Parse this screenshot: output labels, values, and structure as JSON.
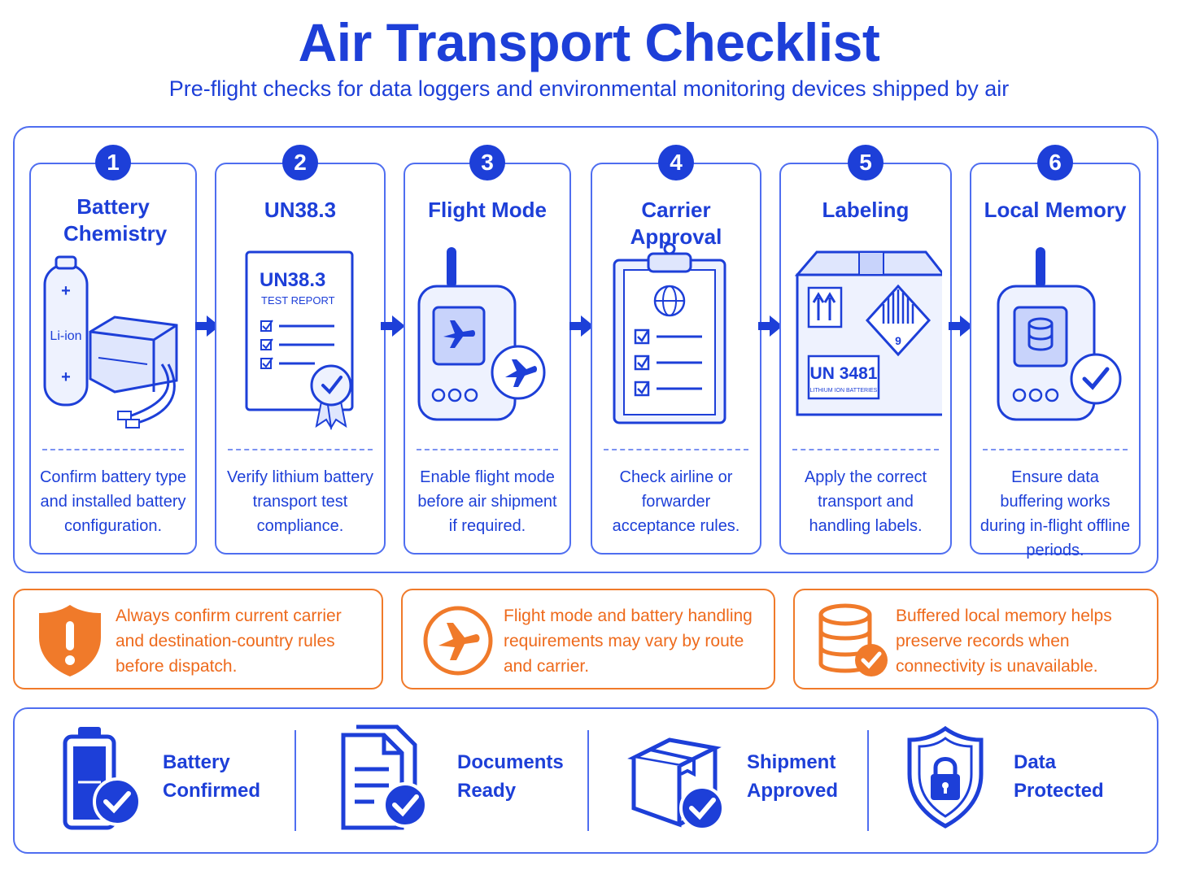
{
  "header": {
    "title": "Air Transport Checklist",
    "subtitle": "Pre-flight checks for data loggers and environmental monitoring devices shipped by air"
  },
  "steps": [
    {
      "number": "1",
      "title": "Battery Chemistry",
      "desc": "Confirm battery type and installed battery configuration.",
      "art_label": "Li-ion"
    },
    {
      "number": "2",
      "title": "UN38.3",
      "desc": "Verify lithium battery transport test compliance.",
      "art_label": "UN38.3",
      "art_sublabel": "TEST REPORT"
    },
    {
      "number": "3",
      "title": "Flight Mode",
      "desc": "Enable flight mode before air shipment if required."
    },
    {
      "number": "4",
      "title": "Carrier Approval",
      "desc": "Check airline or forwarder acceptance rules."
    },
    {
      "number": "5",
      "title": "Labeling",
      "desc": "Apply the correct transport and handling labels.",
      "art_label": "UN 3481",
      "art_sublabel": "LITHIUM ION BATTERIES",
      "hazard_class": "9"
    },
    {
      "number": "6",
      "title": "Local Memory",
      "desc": "Ensure data buffering works during in-flight offline periods."
    }
  ],
  "notes": [
    {
      "text": "Always confirm current carrier and destination-country rules before dispatch.",
      "icon": "shield-warning-icon"
    },
    {
      "text": "Flight mode and battery handling requirements may vary by route and carrier.",
      "icon": "airplane-circle-icon"
    },
    {
      "text": "Buffered local memory helps preserve records when connectivity is unavailable.",
      "icon": "database-check-icon"
    }
  ],
  "status": [
    {
      "line1": "Battery",
      "line2": "Confirmed",
      "icon": "battery-check-icon"
    },
    {
      "line1": "Documents",
      "line2": "Ready",
      "icon": "documents-check-icon"
    },
    {
      "line1": "Shipment",
      "line2": "Approved",
      "icon": "box-check-icon"
    },
    {
      "line1": "Data",
      "line2": "Protected",
      "icon": "shield-lock-icon"
    }
  ],
  "colors": {
    "primary": "#1d3fd8",
    "outline": "#4f6ef0",
    "light_fill": "#e8edfd",
    "accent_orange": "#f07a2a"
  }
}
